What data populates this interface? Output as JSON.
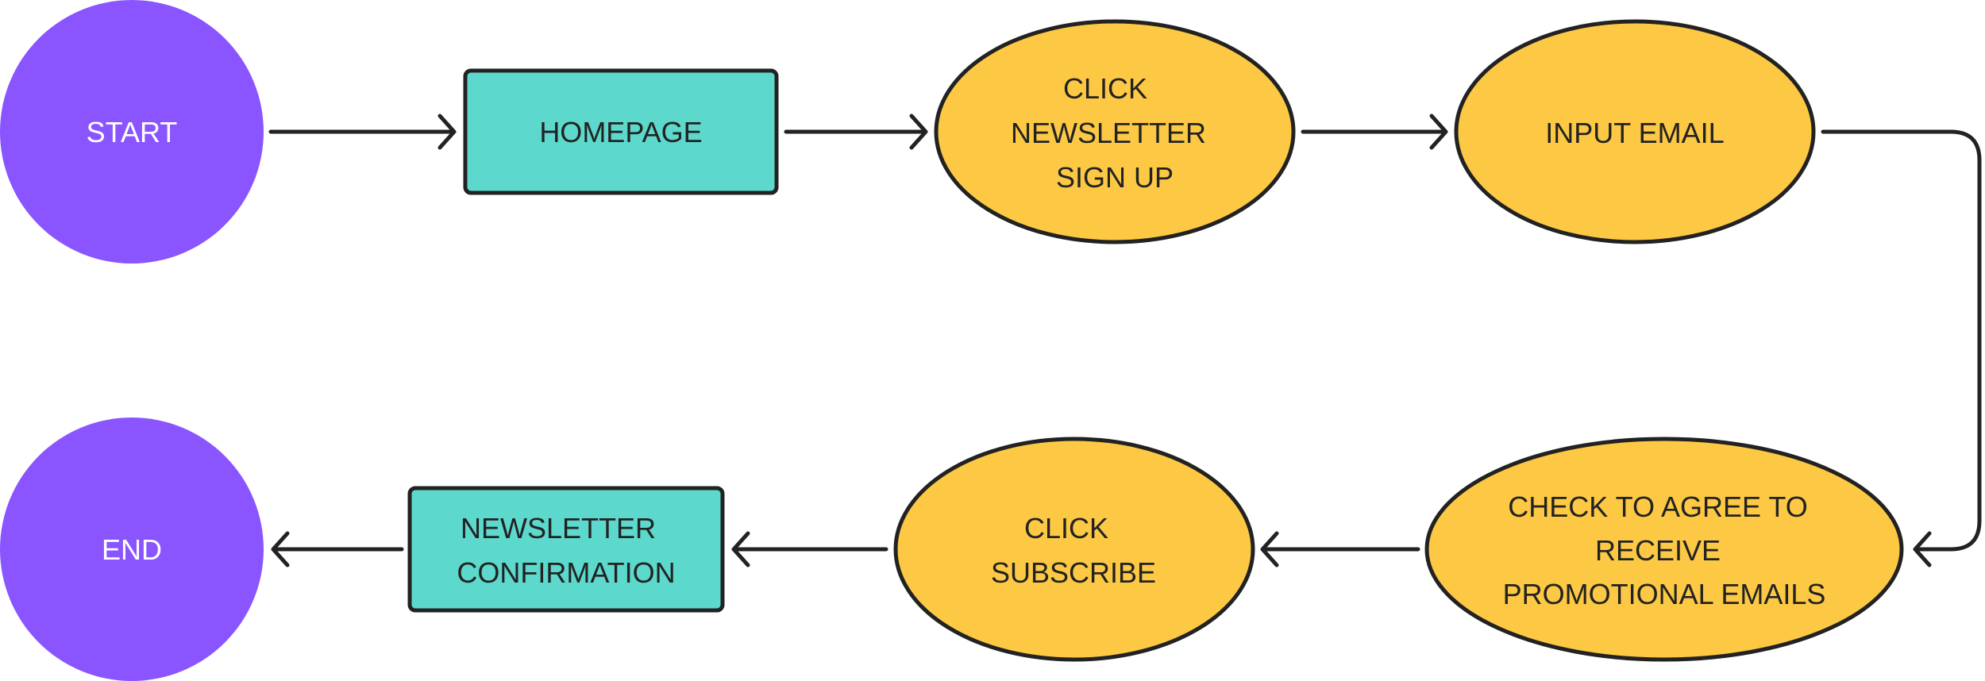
{
  "colors": {
    "terminal": "#8A55FF",
    "page": "#5CD9CC",
    "action": "#FDC944",
    "stroke": "#222222"
  },
  "nodes": {
    "start": {
      "lines": [
        "START"
      ]
    },
    "homepage": {
      "lines": [
        "HOMEPAGE"
      ]
    },
    "click_signup": {
      "lines": [
        "CLICK",
        "NEWSLETTER",
        "SIGN UP"
      ]
    },
    "input_email": {
      "lines": [
        "INPUT EMAIL"
      ]
    },
    "check_agree": {
      "lines": [
        "CHECK TO AGREE TO",
        "RECEIVE",
        "PROMOTIONAL EMAILS"
      ]
    },
    "click_subscribe": {
      "lines": [
        "CLICK",
        "SUBSCRIBE"
      ]
    },
    "confirmation": {
      "lines": [
        "NEWSLETTER",
        "CONFIRMATION"
      ]
    },
    "end": {
      "lines": [
        "END"
      ]
    }
  },
  "edges": [
    {
      "from": "start",
      "to": "homepage"
    },
    {
      "from": "homepage",
      "to": "click_signup"
    },
    {
      "from": "click_signup",
      "to": "input_email"
    },
    {
      "from": "input_email",
      "to": "check_agree"
    },
    {
      "from": "check_agree",
      "to": "click_subscribe"
    },
    {
      "from": "click_subscribe",
      "to": "confirmation"
    },
    {
      "from": "confirmation",
      "to": "end"
    }
  ]
}
